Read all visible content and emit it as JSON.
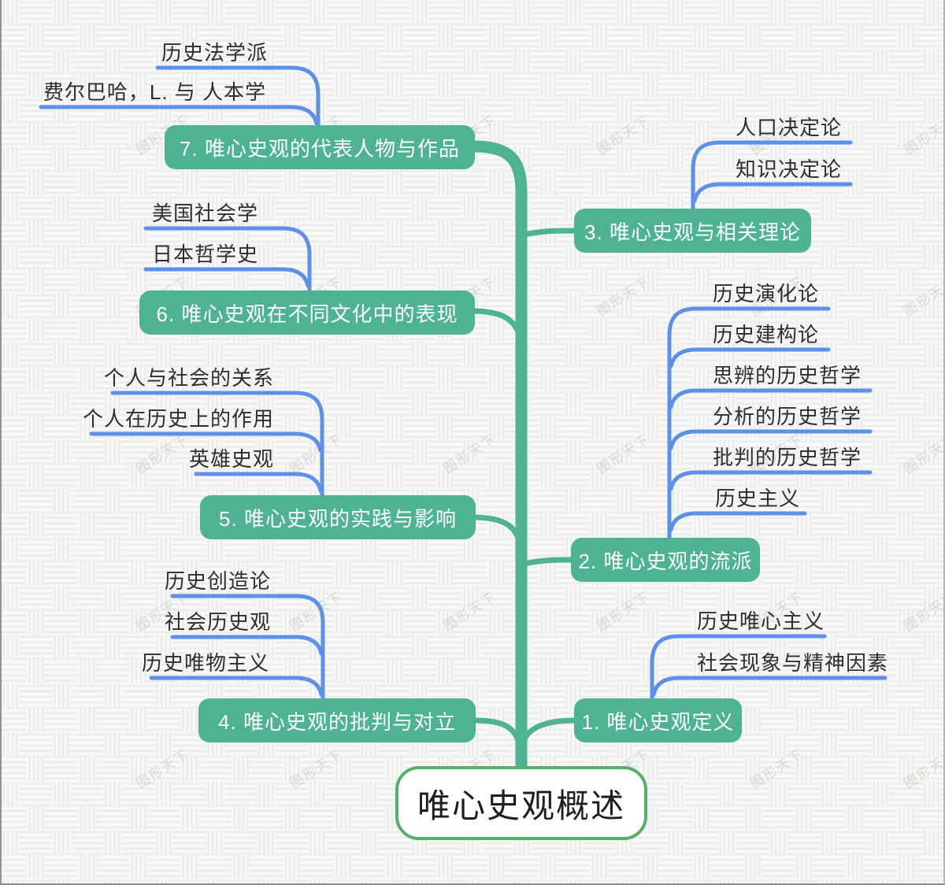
{
  "title": "唯心史观概述",
  "root": {
    "label": "唯心史观概述"
  },
  "watermark": {
    "text": "图形天下"
  },
  "colors": {
    "branch_green": "#4db392",
    "branch_blue": "#5d90e8",
    "root_border": "#55b169",
    "topic_text": "#ffffff",
    "leaf_text": "#2e2e2e"
  },
  "nodes": [
    {
      "label": "1. 唯心史观定义",
      "leaves": [
        "历史唯心主义",
        "社会现象与精神因素"
      ]
    },
    {
      "label": "2. 唯心史观的流派",
      "leaves": [
        "历史演化论",
        "历史建构论",
        "思辨的历史哲学",
        "分析的历史哲学",
        "批判的历史哲学",
        "历史主义"
      ]
    },
    {
      "label": "3. 唯心史观与相关理论",
      "leaves": [
        "人口决定论",
        "知识决定论"
      ]
    },
    {
      "label": "4. 唯心史观的批判与对立",
      "leaves": [
        "历史创造论",
        "社会历史观",
        "历史唯物主义"
      ]
    },
    {
      "label": "5. 唯心史观的实践与影响",
      "leaves": [
        "个人与社会的关系",
        "个人在历史上的作用",
        "英雄史观"
      ]
    },
    {
      "label": "6. 唯心史观在不同文化中的表现",
      "leaves": [
        "美国社会学",
        "日本哲学史"
      ]
    },
    {
      "label": "7. 唯心史观的代表人物与作品",
      "leaves": [
        "历史法学派",
        "费尔巴哈，L. 与 人本学"
      ]
    }
  ]
}
